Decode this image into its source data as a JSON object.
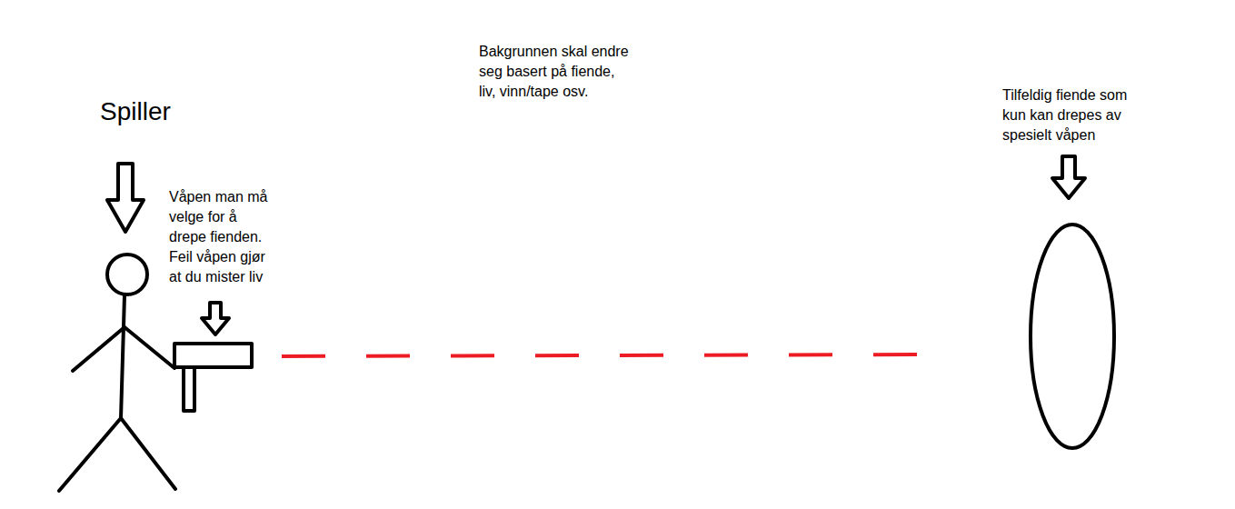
{
  "diagram": {
    "labels": [
      "Spiller",
      "Våpen man må velge for å drepe fienden. Feil våpen gjør at du mister liv",
      "Bakgrunnen skal endre seg basert på fiende, liv, vinn/tape osv.",
      "Tilfeldig fiende som kun kan drepes av spesielt våpen"
    ]
  }
}
